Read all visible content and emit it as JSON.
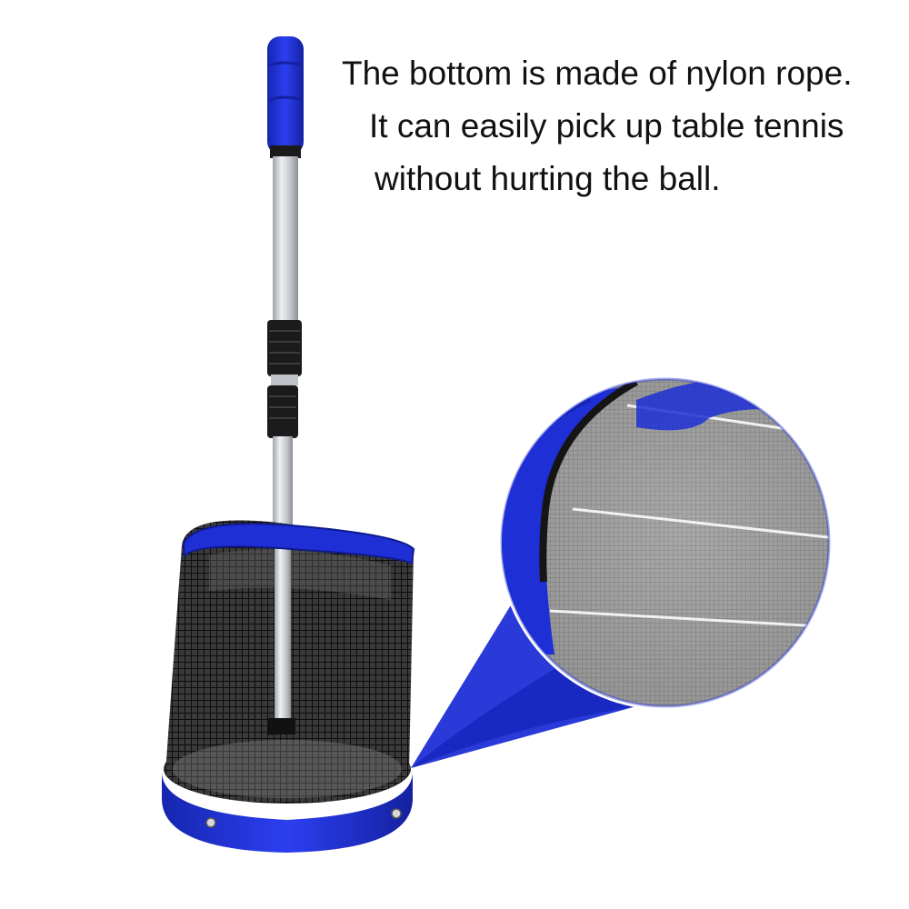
{
  "caption": {
    "line1": "The bottom is made of nylon rope.",
    "line2": "It can easily pick up table tennis",
    "line3": "without hurting the ball."
  },
  "colors": {
    "accent_blue": "#1f2fd6",
    "mesh": "#1a1a1a",
    "aluminum": "#c9ccd1",
    "grip_black": "#1b1b1b",
    "background": "#ffffff"
  }
}
